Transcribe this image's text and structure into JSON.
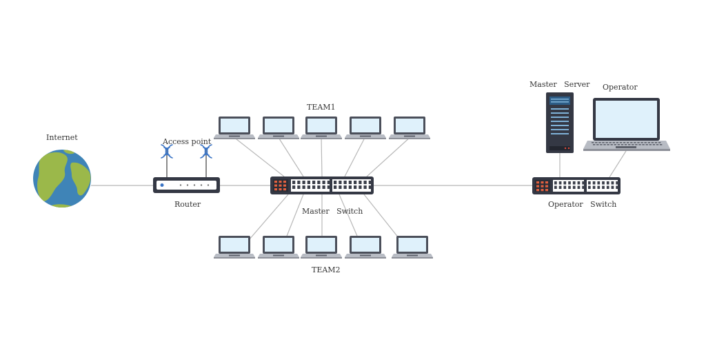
{
  "labels": {
    "internet": "Internet",
    "access_point": "Access point",
    "router": "Router",
    "team1": "TEAM1",
    "team2": "TEAM2",
    "master_switch": "Master   Switch",
    "master_server": "Master   Server",
    "operator": "Operator",
    "operator_switch": "Operator   Switch"
  },
  "icons": {
    "globe": "globe-icon",
    "router": "router-icon",
    "antenna": "wifi-antenna-icon",
    "switch": "network-switch-icon",
    "laptop": "laptop-icon",
    "server": "server-tower-icon"
  },
  "colors": {
    "line": "#b7b7b7",
    "ocean": "#3f84b7",
    "land": "#9bb84a",
    "device_dark": "#343844",
    "screen": "#dff1fb",
    "wifi": "#3a74c5"
  },
  "teams": {
    "team1_laptops": 5,
    "team2_laptops": 5
  }
}
